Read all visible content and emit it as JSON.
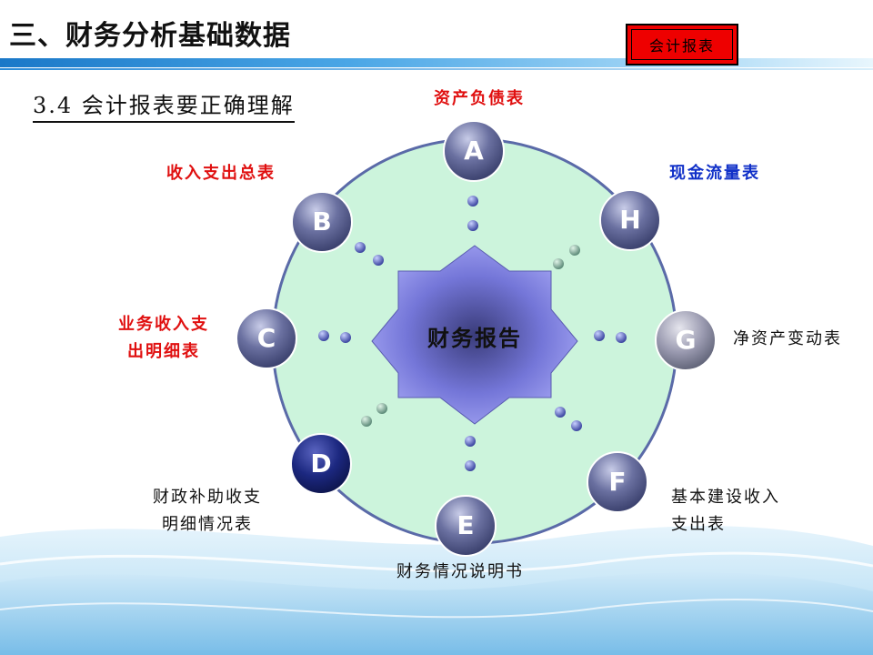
{
  "header": {
    "title": "三、财务分析基础数据",
    "badge": "会计报表"
  },
  "subtitle": "3.4 会计报表要正确理解",
  "diagram": {
    "center": "财务报告",
    "nodes": [
      {
        "letter": "A",
        "label": "资产负债表",
        "color": "#e01010"
      },
      {
        "letter": "B",
        "label": "收入支出总表",
        "color": "#e01010"
      },
      {
        "letter": "C",
        "label_lines": [
          "业务收入支",
          "出明细表"
        ],
        "color": "#e01010"
      },
      {
        "letter": "D",
        "label_lines": [
          "财政补助收支",
          "明细情况表"
        ],
        "color": "#111111"
      },
      {
        "letter": "E",
        "label": "财务情况说明书",
        "color": "#111111"
      },
      {
        "letter": "F",
        "label_lines": [
          "基本建设收入",
          "支出表"
        ],
        "color": "#111111"
      },
      {
        "letter": "G",
        "label": "净资产变动表",
        "color": "#111111"
      },
      {
        "letter": "H",
        "label": "现金流量表",
        "color": "#1030c8"
      }
    ]
  },
  "colors": {
    "circle_fill": "#ccf4dc",
    "circle_stroke": "#5a6aa8",
    "star_fill": "#8c8ef0",
    "node_fill": "#4a5080",
    "node_d_fill": "#101a60",
    "title_rule": "#1a78c8"
  }
}
